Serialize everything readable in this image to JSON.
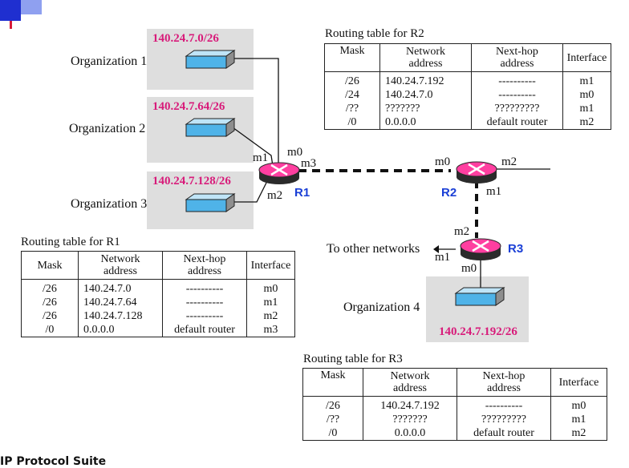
{
  "colors": {
    "network_label": "#d81b7a",
    "router_label": "#1a3fd6",
    "router_fill": "#ff3fa0",
    "switch_fill": "#4fb3e8",
    "org_box": "#dedede"
  },
  "organizations": [
    {
      "label": "Organization 1",
      "network": "140.24.7.0/26"
    },
    {
      "label": "Organization 2",
      "network": "140.24.7.64/26"
    },
    {
      "label": "Organization 3",
      "network": "140.24.7.128/26"
    },
    {
      "label": "Organization 4",
      "network": "140.24.7.192/26"
    }
  ],
  "routers": {
    "r1": "R1",
    "r2": "R2",
    "r3": "R3"
  },
  "interfaces": {
    "r1_m0": "m0",
    "r1_m1": "m1",
    "r1_m2": "m2",
    "r1_m3": "m3",
    "r2_m0": "m0",
    "r2_m1": "m1",
    "r2_m2": "m2",
    "r3_m0": "m0",
    "r3_m1": "m1",
    "r3_m2": "m2"
  },
  "other_networks": "To other networks",
  "headers": {
    "mask": "Mask",
    "network_line1": "Network",
    "network_line2": "address",
    "nexthop_line1": "Next-hop",
    "nexthop_line2": "address",
    "interface": "Interface"
  },
  "r1_table": {
    "caption": "Routing table for R1",
    "rows": [
      [
        "/26",
        "140.24.7.0",
        "----------",
        "m0"
      ],
      [
        "/26",
        "140.24.7.64",
        "----------",
        "m1"
      ],
      [
        "/26",
        "140.24.7.128",
        "----------",
        "m2"
      ],
      [
        "/0",
        "0.0.0.0",
        "default router",
        "m3"
      ]
    ]
  },
  "r2_table": {
    "caption": "Routing table for R2",
    "rows": [
      [
        "/26",
        "140.24.7.192",
        "----------",
        "m1"
      ],
      [
        "/24",
        "140.24.7.0",
        "----------",
        "m0"
      ],
      [
        "/??",
        "???????",
        "?????????",
        "m1"
      ],
      [
        "/0",
        "0.0.0.0",
        "default router",
        "m2"
      ]
    ]
  },
  "r3_table": {
    "caption": "Routing table for R3",
    "rows": [
      [
        "/26",
        "140.24.7.192",
        "----------",
        "m0"
      ],
      [
        "/??",
        "???????",
        "?????????",
        "m1"
      ],
      [
        "/0",
        "0.0.0.0",
        "default router",
        "m2"
      ]
    ]
  },
  "footer_text": "IP Protocol Suite"
}
